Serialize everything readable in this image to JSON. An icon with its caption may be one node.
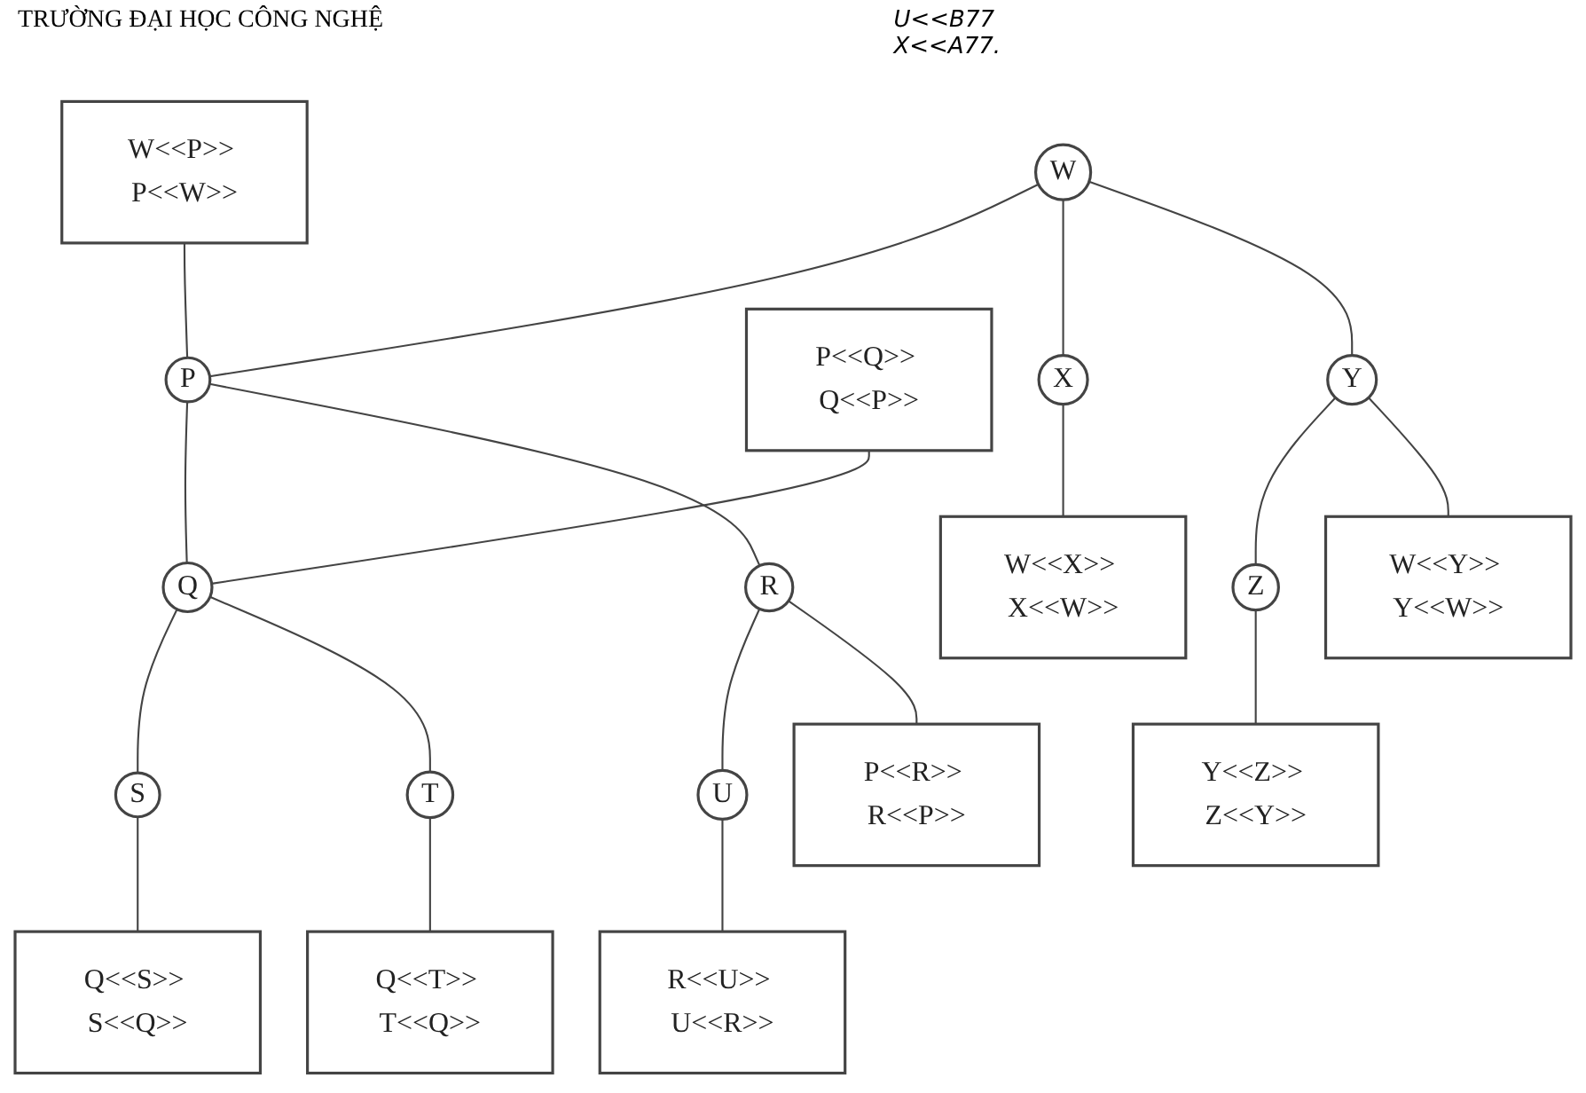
{
  "diagram": {
    "nodes": [
      {
        "text": [
          "W<<P>> P<<W>>"
        ]
      },
      {
        "text": [
          "W"
        ]
      },
      {
        "text": [
          "P"
        ]
      },
      {
        "text": [
          "P<<R>> R<<P>>"
        ]
      },
      {
        "text": [
          "P<<Q>> Q<<P>>"
        ]
      },
      {
        "text": [
          "X"
        ]
      },
      {
        "text": [
          "Y"
        ]
      },
      {
        "text": [
          "Q"
        ]
      },
      {
        "text": [
          "R"
        ]
      },
      {
        "text": [
          "W<<X>> X<<W>>"
        ]
      },
      {
        "text": [
          "W<<Y>> Y<<W>>"
        ]
      },
      {
        "text": [
          "Q<<S>> S<<Q>>"
        ]
      },
      {
        "text": [
          "Z"
        ]
      },
      {
        "text": [
          "S"
        ]
      },
      {
        "text": [
          "T"
        ]
      },
      {
        "text": [
          "U"
        ]
      },
      {
        "text": [
          "Y<<Z>> Z<<Y>>"
        ]
      },
      {
        "text": [
          "Q<<T>> T<<Q>>"
        ]
      },
      {
        "text": [
          "R<<U>> U<<R>>"
        ]
      }
    ],
    "edges": [
      {
        "from": 1,
        "to": 2,
        "arrow": "none"
      },
      {
        "from": 1,
        "to": 5,
        "arrow": "none"
      },
      {
        "from": 1,
        "to": 6,
        "arrow": "none"
      },
      {
        "from": 2,
        "to": 7,
        "arrow": "none"
      },
      {
        "from": 2,
        "to": 8,
        "arrow": "none"
      },
      {
        "from": 7,
        "to": 13,
        "arrow": "none"
      },
      {
        "from": 7,
        "to": 14,
        "arrow": "none"
      },
      {
        "from": 8,
        "to": 15,
        "arrow": "none"
      },
      {
        "from": 6,
        "to": 12,
        "arrow": "none"
      },
      {
        "from": 0,
        "to": 2,
        "arrow": "none"
      },
      {
        "from": 3,
        "to": 8,
        "arrow": "none"
      },
      {
        "from": 4,
        "to": 7,
        "arrow": "none"
      },
      {
        "from": 9,
        "to": 5,
        "arrow": "none"
      },
      {
        "from": 10,
        "to": 6,
        "arrow": "none"
      },
      {
        "from": 11,
        "to": 13,
        "arrow": "none"
      },
      {
        "from": 17,
        "to": 14,
        "arrow": "none"
      },
      {
        "from": 18,
        "to": 15,
        "arrow": "none"
      },
      {
        "from": 16,
        "to": 12,
        "arrow": "none"
      }
    ],
    "labels": [
      "TRƯỜNG ĐẠI HỌC CÔNG NGHỆ",
      "U<<B77",
      "X<<A77."
    ]
  }
}
